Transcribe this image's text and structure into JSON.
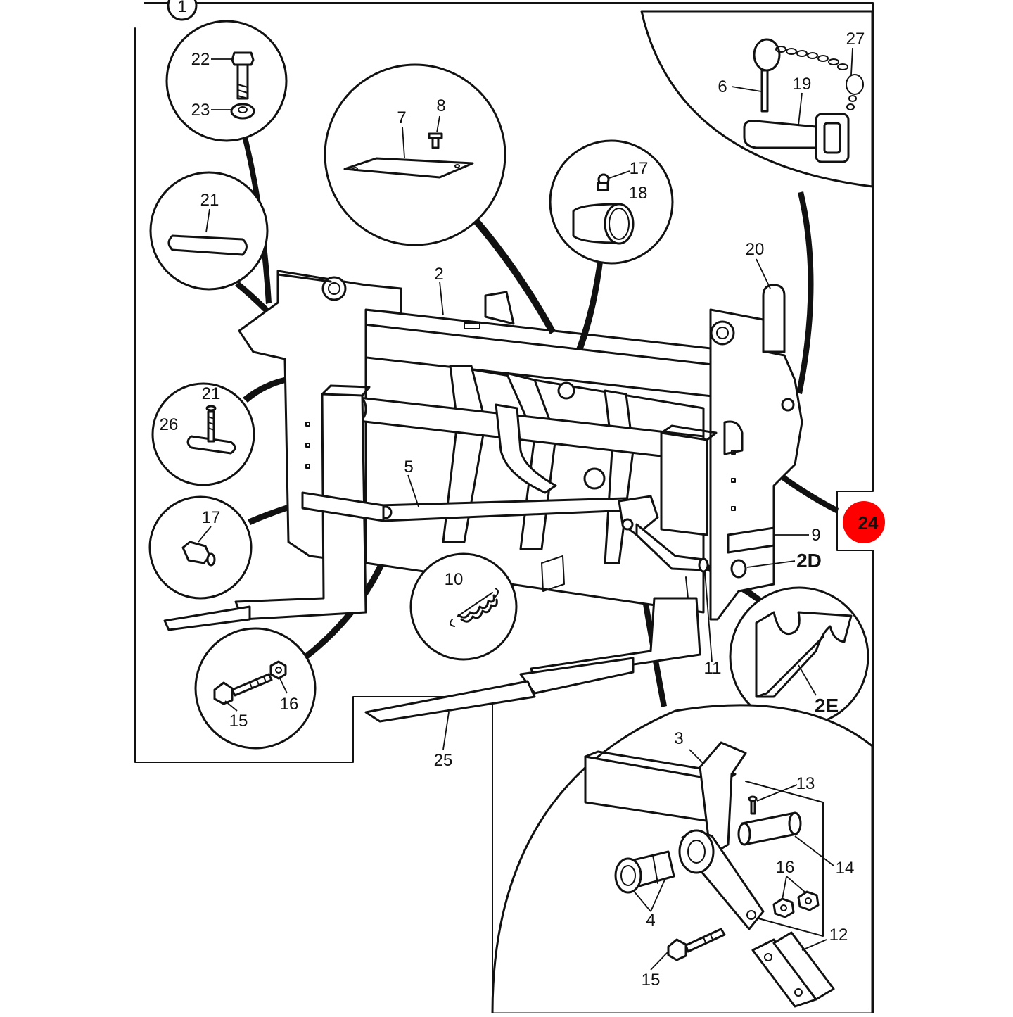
{
  "diagram": {
    "sheet_marker": "1",
    "highlight_color": "#ff0000",
    "ink_color": "#111111",
    "callouts": {
      "c22": "22",
      "c23": "23",
      "c7": "7",
      "c8": "8",
      "c17a": "17",
      "c18": "18",
      "c6": "6",
      "c19": "19",
      "c27": "27",
      "c21a": "21",
      "c2": "2",
      "c20": "20",
      "c26": "26",
      "c21b": "21",
      "c5": "5",
      "c17b": "17",
      "c24": "24",
      "c9": "9",
      "c2d": "2D",
      "c10": "10",
      "c11": "11",
      "c2e": "2E",
      "c15a": "15",
      "c16a": "16",
      "c25": "25",
      "c3": "3",
      "c13": "13",
      "c14": "14",
      "c16b": "16",
      "c4": "4",
      "c12": "12",
      "c15b": "15"
    }
  }
}
